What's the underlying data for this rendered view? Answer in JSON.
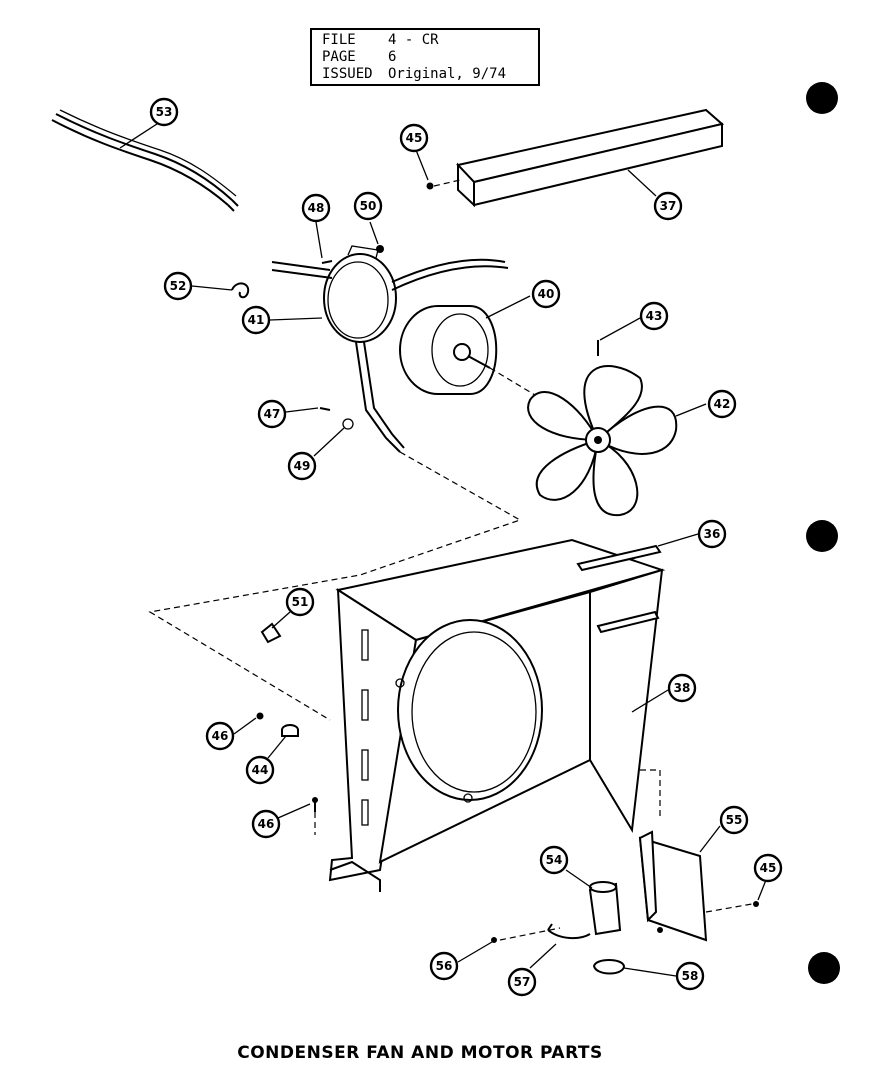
{
  "header": {
    "rows": [
      {
        "key": "FILE",
        "value": "4 - CR"
      },
      {
        "key": "PAGE",
        "value": "6"
      },
      {
        "key": "ISSUED",
        "value": "Original, 9/74"
      }
    ]
  },
  "caption": "CONDENSER FAN AND MOTOR PARTS",
  "callouts": {
    "c53": "53",
    "c45a": "45",
    "c37": "37",
    "c48": "48",
    "c50": "50",
    "c52": "52",
    "c41": "41",
    "c40": "40",
    "c43": "43",
    "c42": "42",
    "c47": "47",
    "c49": "49",
    "c36": "36",
    "c51": "51",
    "c38": "38",
    "c46a": "46",
    "c44": "44",
    "c46b": "46",
    "c54": "54",
    "c55": "55",
    "c45b": "45",
    "c56": "56",
    "c57": "57",
    "c58": "58"
  }
}
